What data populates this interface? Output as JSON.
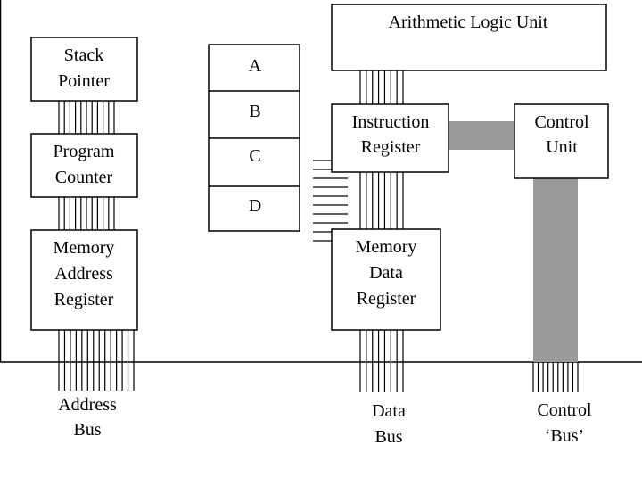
{
  "blocks": {
    "alu": "Arithmetic Logic Unit",
    "stack_pointer": [
      "Stack",
      "Pointer"
    ],
    "program_counter": [
      "Program",
      "Counter"
    ],
    "mar": [
      "Memory",
      "Address",
      "Register"
    ],
    "registers": [
      "A",
      "B",
      "C",
      "D"
    ],
    "ir": [
      "Instruction",
      "Register"
    ],
    "control_unit": [
      "Control",
      "Unit"
    ],
    "mdr": [
      "Memory",
      "Data",
      "Register"
    ]
  },
  "buses": {
    "address": [
      "Address",
      "Bus"
    ],
    "data": [
      "Data",
      "Bus"
    ],
    "control": [
      "Control",
      "‘Bus’"
    ]
  },
  "colors": {
    "line": "#000000",
    "control_path": "#999999",
    "background": "#ffffff"
  }
}
